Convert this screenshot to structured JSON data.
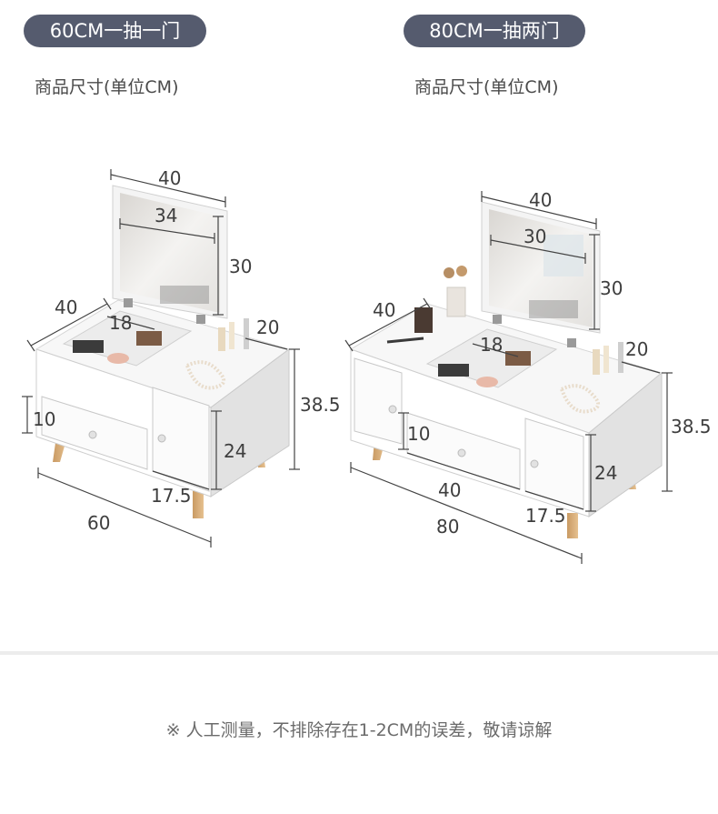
{
  "header": {
    "left_label": "60CM一抽一门",
    "right_label": "80CM一抽两门",
    "left_subtitle": "商品尺寸(单位CM)",
    "right_subtitle": "商品尺寸(单位CM)"
  },
  "left_product": {
    "mirror_width": "40",
    "mirror_inner_width": "34",
    "mirror_height": "30",
    "depth": "40",
    "compartment_width": "18",
    "tray_depth": "20",
    "total_height": "38.5",
    "drawer_height": "10",
    "door_height": "24",
    "door_width": "17.5",
    "total_width": "60"
  },
  "right_product": {
    "mirror_width": "40",
    "mirror_inner_width": "30",
    "mirror_height": "30",
    "depth": "40",
    "compartment_width": "18",
    "tray_depth": "20",
    "total_height": "38.5",
    "drawer_height": "10",
    "drawer_width": "40",
    "door_height": "24",
    "door_width": "17.5",
    "total_width": "80"
  },
  "footer": {
    "note": "※ 人工测量，不排除存在1-2CM的误差，敬请谅解"
  }
}
